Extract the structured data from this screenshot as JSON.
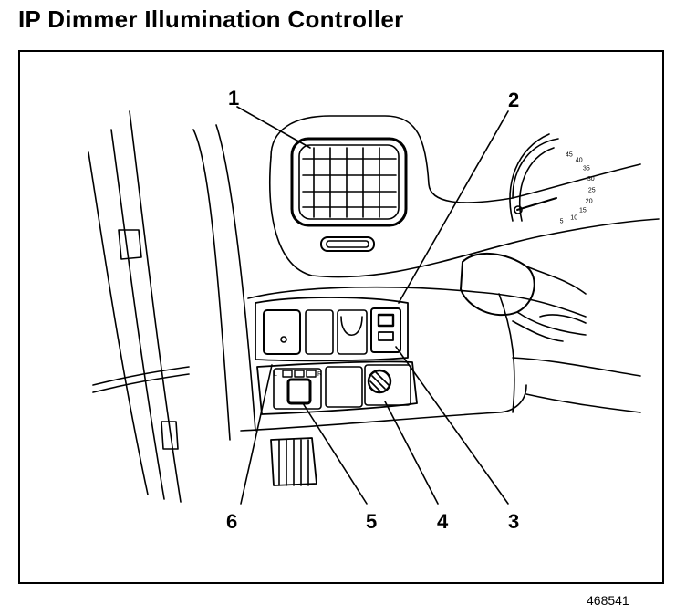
{
  "title": "IP Dimmer Illumination Controller",
  "figure_id": "468541",
  "callouts": [
    "1",
    "2",
    "3",
    "4",
    "5",
    "6"
  ],
  "gauge_numbers": [
    "45",
    "40",
    "35",
    "30",
    "25",
    "20",
    "15",
    "10",
    "5"
  ],
  "switch_letters": {
    "left": "L",
    "right": "R"
  }
}
